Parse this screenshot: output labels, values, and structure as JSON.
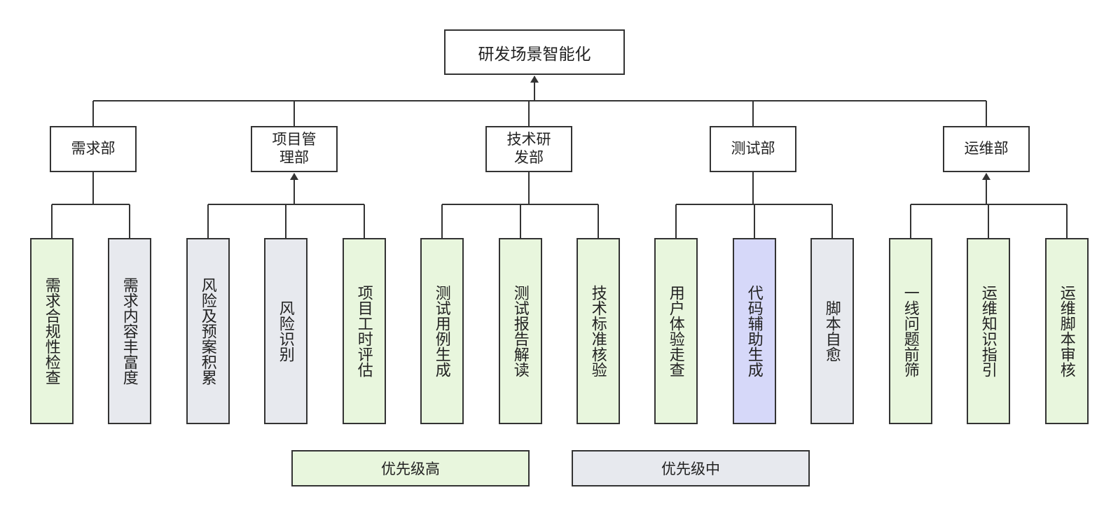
{
  "colors": {
    "high": "#e8f6dd",
    "medium": "#e7e9ee",
    "highlight": "#d6d8f9",
    "line": "#333333"
  },
  "root": {
    "label": "研发场景智能化"
  },
  "departments": [
    {
      "label": "需求部",
      "items": [
        {
          "label": "需求合规性检查",
          "priority": "high"
        },
        {
          "label": "需求内容丰富度",
          "priority": "medium"
        }
      ]
    },
    {
      "label": "项目管理部",
      "items": [
        {
          "label": "风险及预案积累",
          "priority": "medium"
        },
        {
          "label": "风险识别",
          "priority": "medium"
        },
        {
          "label": "项目工时评估",
          "priority": "high"
        }
      ]
    },
    {
      "label": "技术研发部",
      "items": [
        {
          "label": "测试用例生成",
          "priority": "high"
        },
        {
          "label": "测试报告解读",
          "priority": "high"
        },
        {
          "label": "技术标准核验",
          "priority": "high"
        }
      ]
    },
    {
      "label": "测试部",
      "items": [
        {
          "label": "用户体验走查",
          "priority": "high"
        },
        {
          "label": "代码辅助生成",
          "priority": "highlight"
        },
        {
          "label": "脚本自愈",
          "priority": "medium"
        }
      ]
    },
    {
      "label": "运维部",
      "items": [
        {
          "label": "一线问题前筛",
          "priority": "high"
        },
        {
          "label": "运维知识指引",
          "priority": "high"
        },
        {
          "label": "运维脚本审核",
          "priority": "high"
        }
      ]
    }
  ],
  "legend": [
    {
      "label": "优先级高",
      "priority": "high"
    },
    {
      "label": "优先级中",
      "priority": "medium"
    }
  ]
}
